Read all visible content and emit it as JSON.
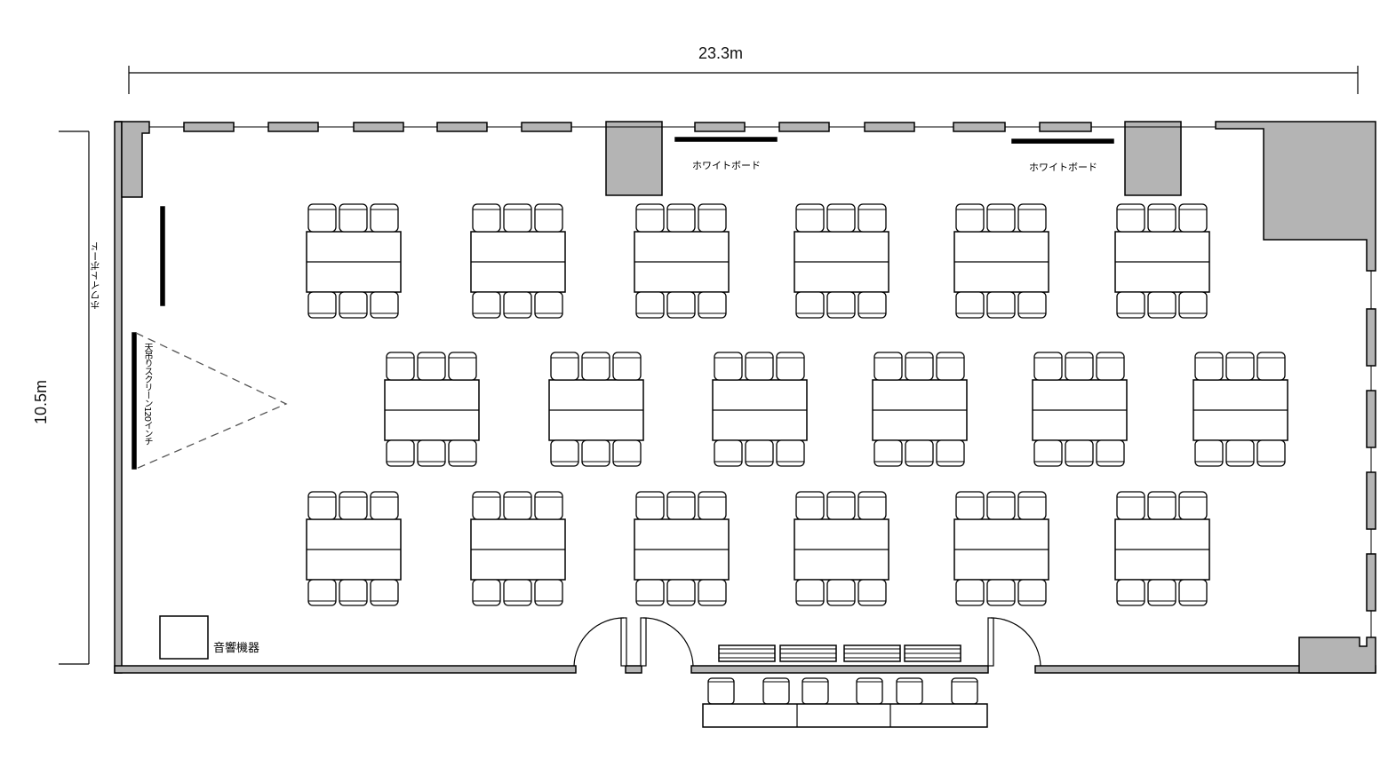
{
  "dimensions": {
    "width": "23.3m",
    "height": "10.5m"
  },
  "labels": {
    "whiteboard_top_1": "ホワイトボード",
    "whiteboard_top_2": "ホワイトボード",
    "whiteboard_left": "ホワイトボード",
    "screen": "天吊りスクリーン120インチ",
    "audio": "音響機器"
  },
  "colors": {
    "wall": "#b4b4b4",
    "line": "#000000"
  },
  "layout": {
    "rows": 3,
    "tables_per_row": 6,
    "chairs_per_side": 3
  }
}
